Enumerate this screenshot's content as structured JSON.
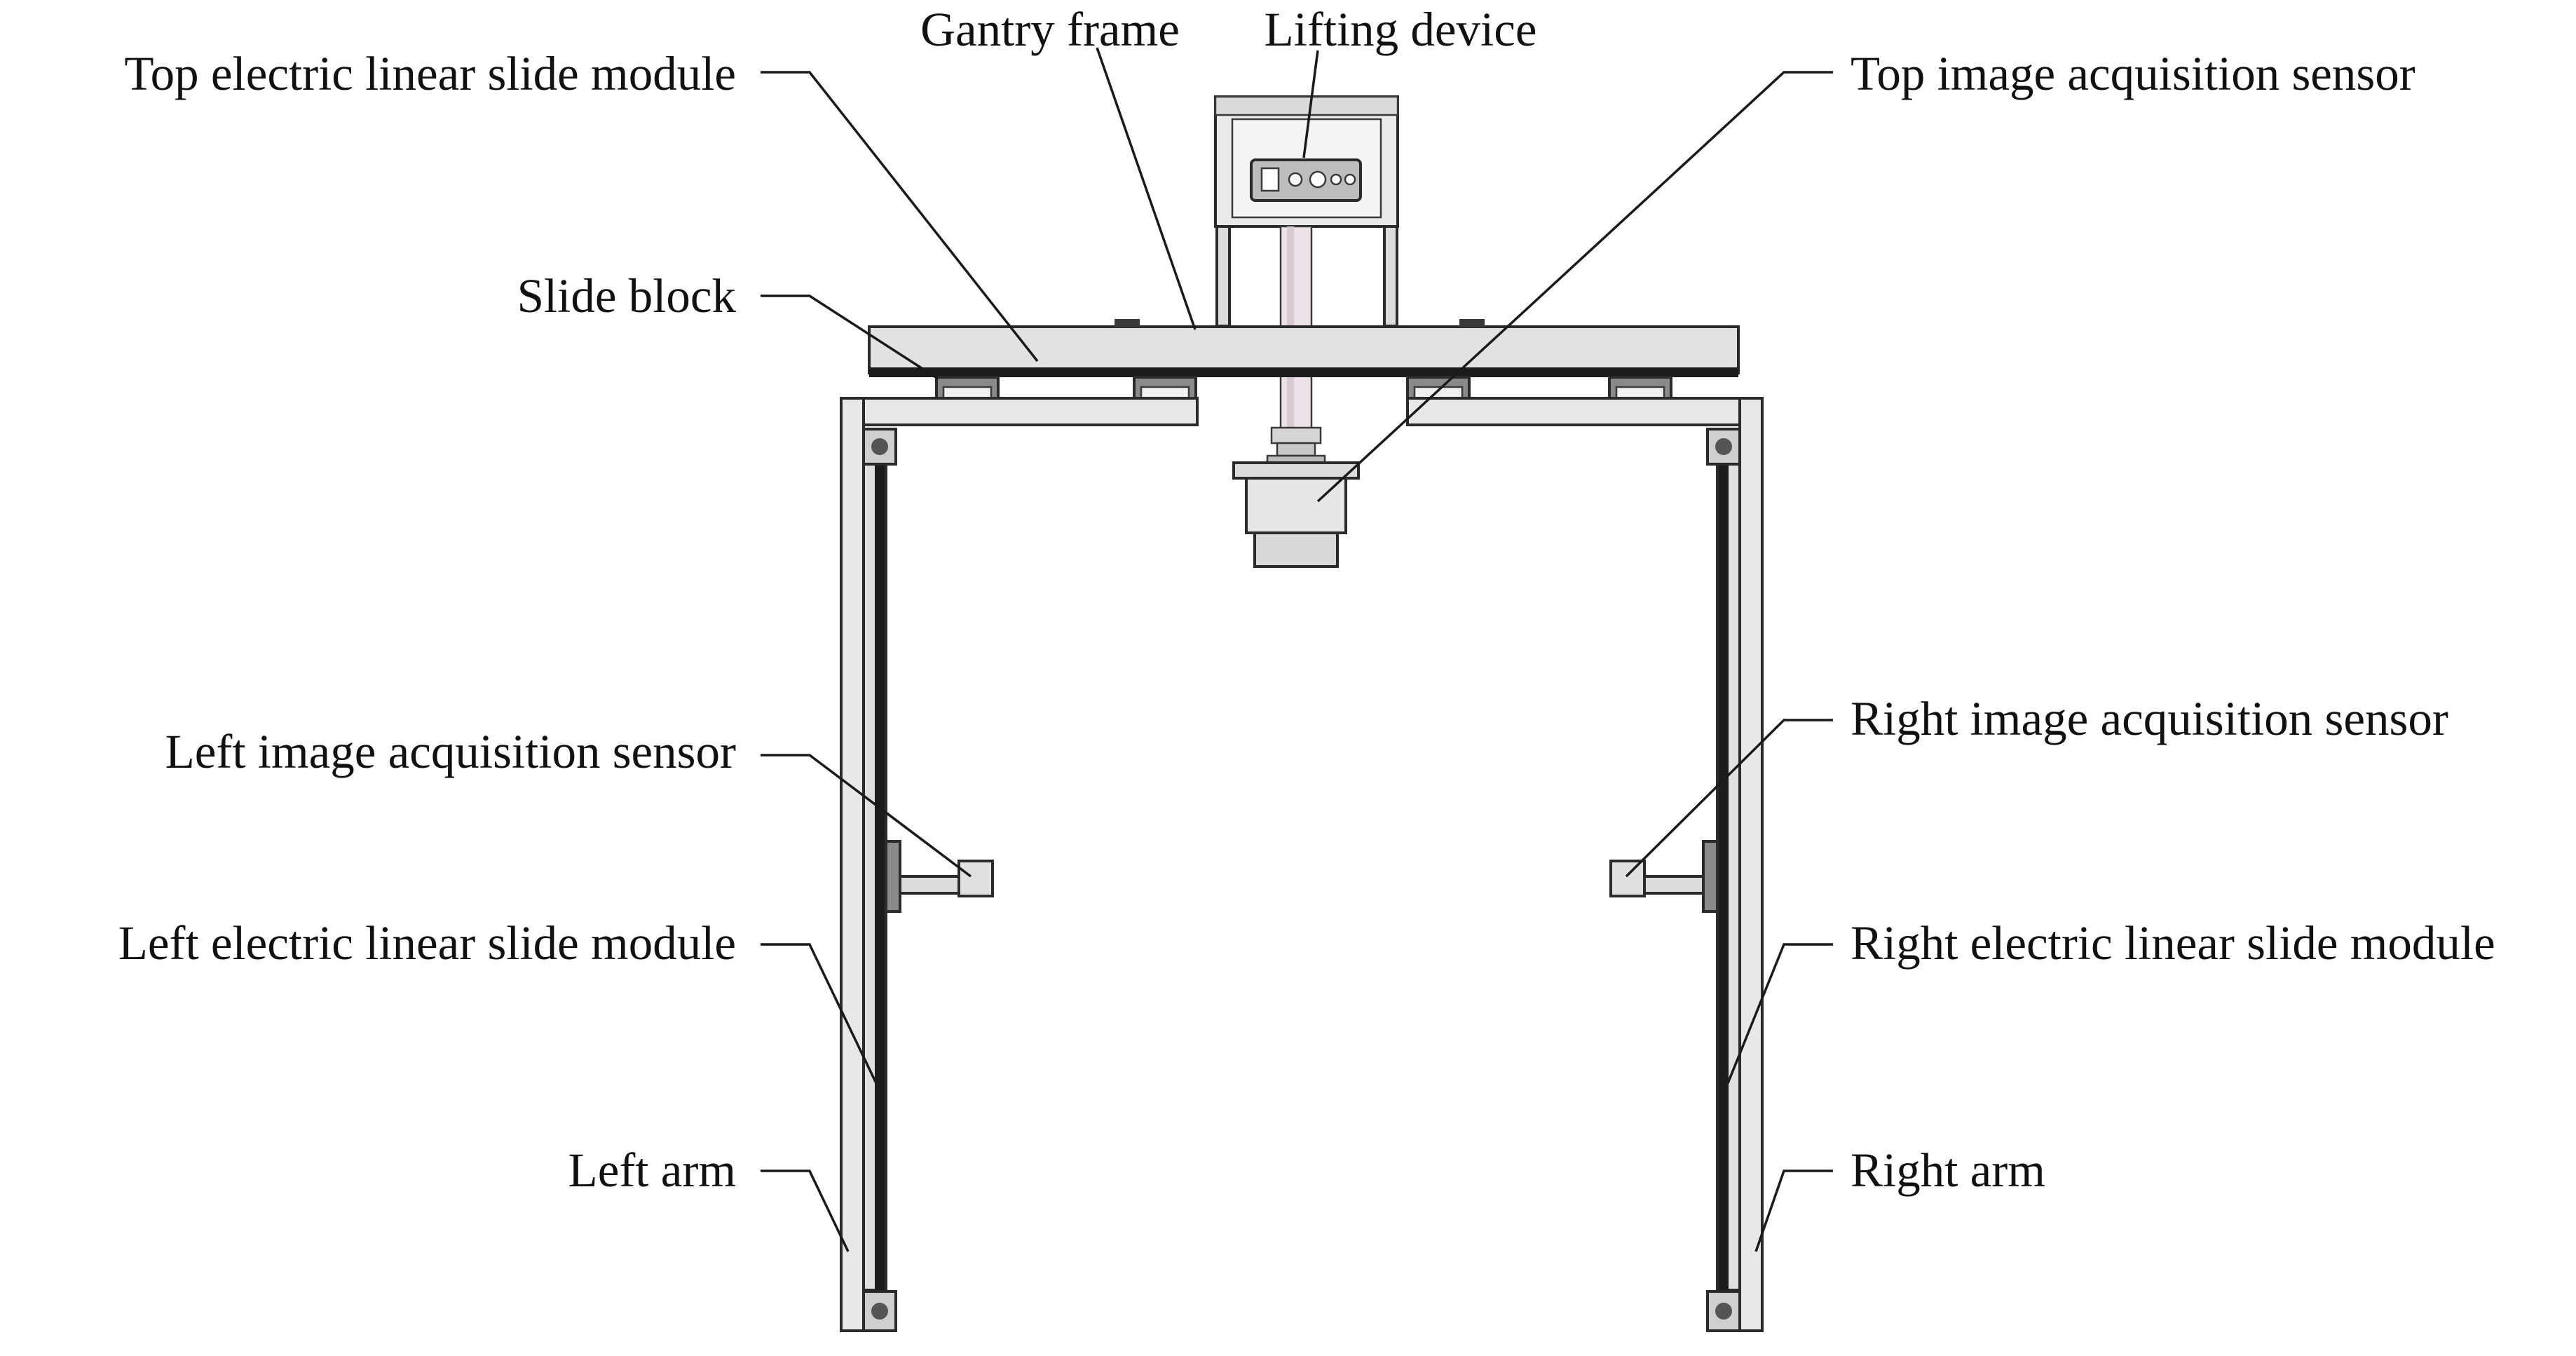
{
  "labels": {
    "top_slide_module": "Top electric linear slide module",
    "gantry_frame": "Gantry frame",
    "lifting_device": "Lifting device",
    "top_sensor": "Top image acquisition sensor",
    "slide_block": "Slide block",
    "left_sensor": "Left image acquisition sensor",
    "left_slide_module": "Left electric linear slide module",
    "left_arm": "Left arm",
    "right_sensor": "Right image acquisition sensor",
    "right_slide_module": "Right electric linear slide module",
    "right_arm": "Right arm"
  },
  "colors": {
    "frame_fill": "#e6e6e6",
    "frame_edge": "#2b2b2b",
    "rail_dark": "#1c1c1c",
    "block_fill": "#8a8a8a",
    "rod_fill": "#e8dde4",
    "leader_line": "#1a1a1a"
  }
}
